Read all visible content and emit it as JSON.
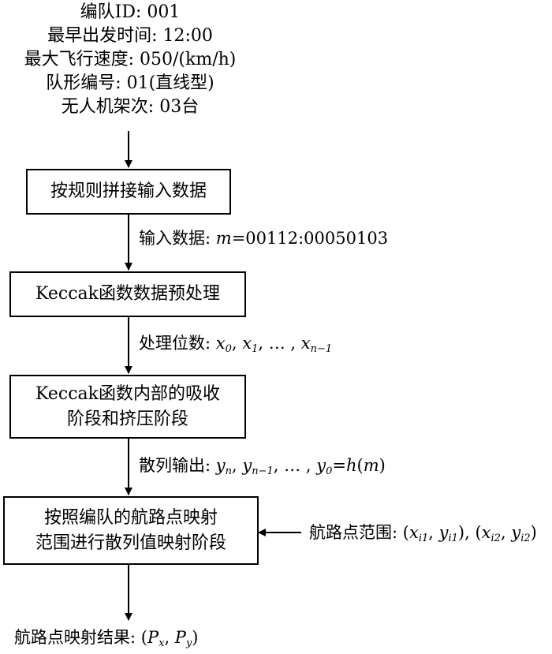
{
  "header": {
    "line1": "编队ID: 001",
    "line2": "最早出发时间: 12:00",
    "line3": "最大飞行速度: 050/(km/h)",
    "line4": "队形编号: 01(直线型)",
    "line5": "无人机架次: 03台"
  },
  "steps": {
    "step1": "按规则拼接输入数据",
    "step2": "Keccak函数数据预处理",
    "step3_line1": "Keccak函数内部的吸收",
    "step3_line2": "阶段和挤压阶段",
    "step4_line1": "按照编队的航路点映射",
    "step4_line2": "范围进行散列值映射阶段"
  },
  "edges": {
    "input_prefix": "输入数据: ",
    "input_var": "m",
    "input_value": "=00112:00050103",
    "process_prefix": "处理位数: ",
    "hash_prefix": "散列输出: ",
    "range_prefix": "航路点范围: ",
    "result_prefix": "航路点映射结果: "
  }
}
